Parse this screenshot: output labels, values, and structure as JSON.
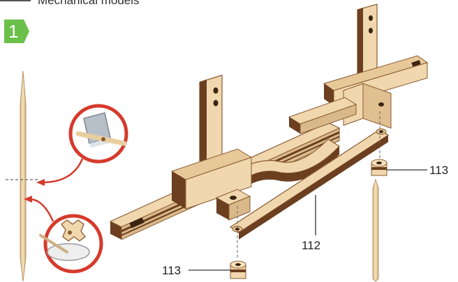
{
  "header": {
    "title": "Mechanical models"
  },
  "step": {
    "number": "1"
  },
  "callouts": {
    "upper_bearing": "113",
    "link_arm": "112",
    "lower_bearing": "113"
  },
  "colors": {
    "wood_light": "#f0d7ad",
    "wood_side": "#d9b98a",
    "wood_dark": "#6b3f1f",
    "wood_edge": "#8a5a32",
    "magnify_ring": "#d63a2c",
    "step_badge": "#6cc04a"
  }
}
